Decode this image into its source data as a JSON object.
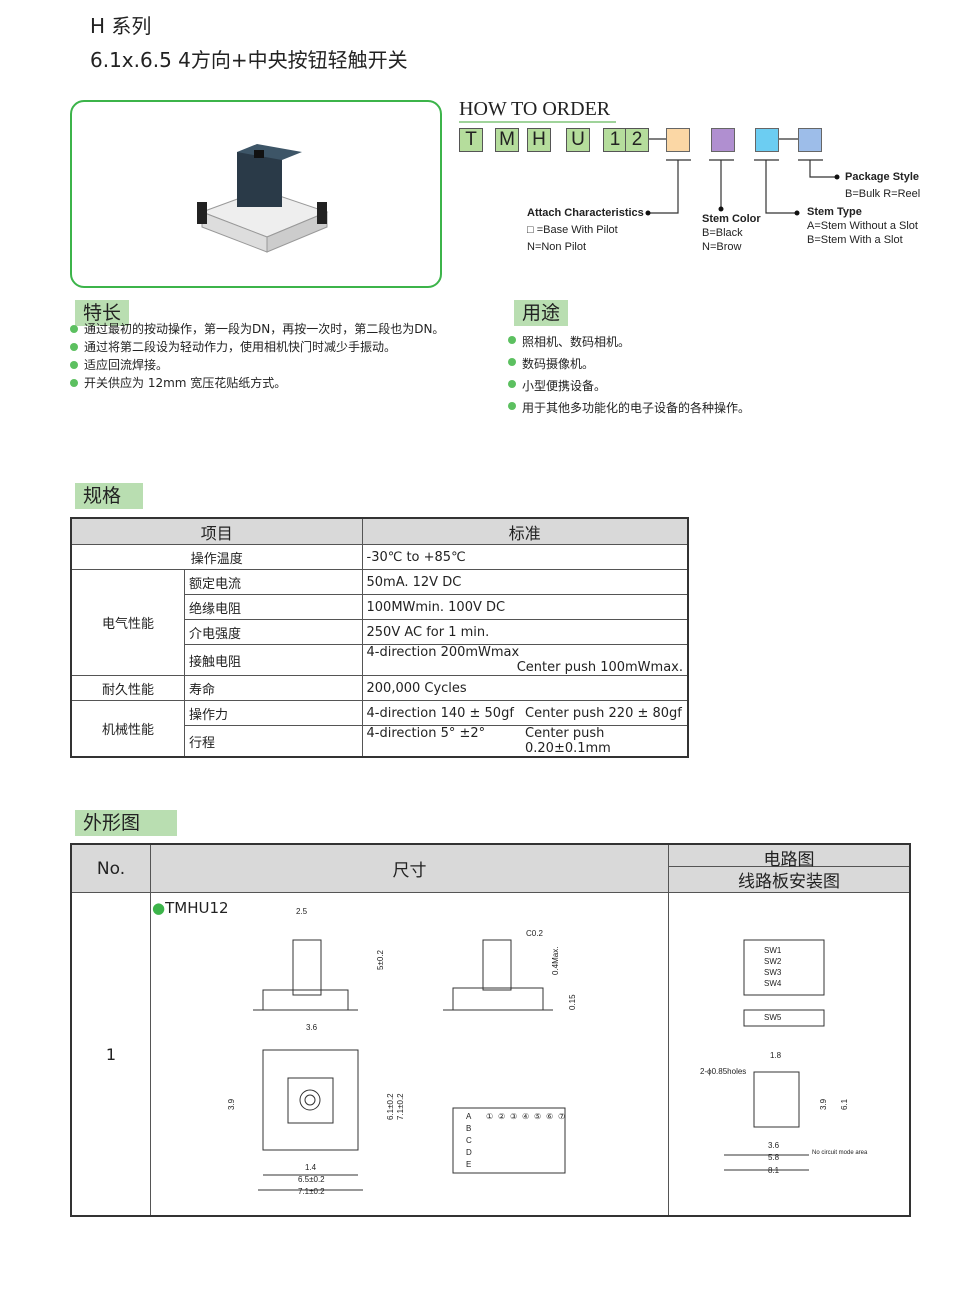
{
  "header": {
    "series": "H 系列",
    "title": "6.1x.6.5 4方向+中央按钮轻触开关"
  },
  "order": {
    "heading": "HOW  TO ORDER",
    "code": [
      "T",
      "M",
      "H",
      "U",
      "1",
      "2"
    ],
    "option_colors": [
      "#fbd7a5",
      "#b08fd0",
      "#6ccdf2",
      "#9dbde9"
    ],
    "package_style": {
      "title": "Package Style",
      "lines": [
        "B=Bulk R=Reel"
      ]
    },
    "attach": {
      "title": "Attach Characteristics",
      "lines": [
        "□ =Base With Pilot",
        "N=Non Pilot"
      ]
    },
    "stem_color": {
      "title": "Stem Color",
      "lines": [
        "B=Black",
        "N=Brow"
      ]
    },
    "stem_type": {
      "title": "Stem Type",
      "lines": [
        "A=Stem Without a Slot",
        "B=Stem With a Slot"
      ]
    }
  },
  "features": {
    "heading": "特长",
    "items": [
      "通过最初的按动操作，第一段为DN，再按一次时，第二段也为DN。",
      "通过将第二段设为轻动作力，使用相机快门时减少手振动。",
      "适应回流焊接。",
      "开关供应为 12mm 宽压花贴纸方式。"
    ]
  },
  "uses": {
    "heading": "用途",
    "items": [
      "照相机、数码相机。",
      "数码摄像机。",
      "小型便携设备。",
      "用于其他多功能化的电子设备的各种操作。"
    ]
  },
  "spec": {
    "heading": "规格",
    "col1": "项目",
    "col2": "标准",
    "temp": {
      "label": "操作温度",
      "value": "-30℃  to +85℃"
    },
    "elec": "电气性能",
    "dur": "耐久性能",
    "mech": "机械性能",
    "rows": [
      {
        "item": "额定电流",
        "v1": "50mA. 12V DC",
        "v2": ""
      },
      {
        "item": "绝缘电阻",
        "v1": "100MWmin. 100V DC",
        "v2": ""
      },
      {
        "item": "介电强度",
        "v1": "250V AC for 1 min.",
        "v2": ""
      },
      {
        "item": "接触电阻",
        "v1": "4-direction 200mWmax",
        "v2": "Center push 100mWmax."
      },
      {
        "item": "寿命",
        "v1": "200,000 Cycles",
        "v2": ""
      },
      {
        "item": "操作力",
        "v1": "4-direction 140 ± 50gf",
        "v2": "Center push 220 ± 80gf"
      },
      {
        "item": "行程",
        "v1": "4-direction  5°  ±2°",
        "v2": "Center push 0.20±0.1mm"
      }
    ]
  },
  "outline": {
    "heading": "外形图",
    "col_no": "No.",
    "col_dim": "尺寸",
    "col_circuit": "电路图",
    "col_pcb": "线路板安装图",
    "row_no": "1",
    "model": "TMHU12",
    "dims": [
      "2.5",
      "5±0.2",
      "3.6",
      "C0.2",
      "0.4Max.",
      "0.15",
      "6.1±0.2",
      "7.1±0.2",
      "6.5±0.2",
      "7.1±0.2",
      "1.4",
      "3.9"
    ],
    "circuit": [
      "SW1",
      "SW2",
      "SW3",
      "SW4",
      "SW5"
    ],
    "pcb": [
      "2-ϕ0.85holes",
      "1.8",
      "3.6",
      "5.8",
      "8.1",
      "3.9",
      "6.1",
      "No circuit mode area"
    ],
    "matrix_rows": [
      "A",
      "B",
      "C",
      "D",
      "E"
    ],
    "matrix_cols": [
      "①",
      "②",
      "③",
      "④",
      "⑤",
      "⑥",
      "⑦"
    ]
  }
}
